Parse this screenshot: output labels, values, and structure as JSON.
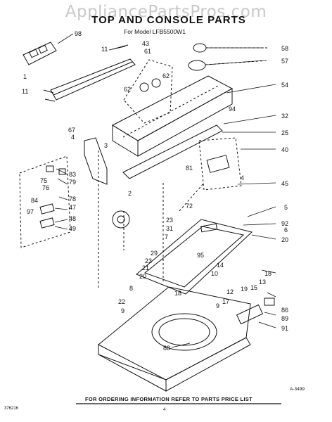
{
  "watermark": "AppliancePartsPros.com",
  "title": "TOP AND CONSOLE PARTS",
  "subtitle": "For Model LFB5500W1",
  "footer_note": "FOR ORDERING INFORMATION REFER TO PARTS PRICE LIST",
  "drawing_code": "A-3499",
  "left_code": "376216",
  "page_number": "4",
  "part_labels": {
    "p98": "98",
    "p11a": "11",
    "p43": "43",
    "p61": "61",
    "p58": "58",
    "p57": "57",
    "p1": "1",
    "p11b": "11",
    "p62a": "62",
    "p62b": "62",
    "p54": "54",
    "p94": "94",
    "p32": "32",
    "p67": "67",
    "p4a": "4",
    "p3": "3",
    "p25": "25",
    "p40": "40",
    "p83": "83",
    "p75": "75",
    "p79": "79",
    "p76": "76",
    "p81": "81",
    "p84": "84",
    "p78": "78",
    "p2": "2",
    "p4b": "4",
    "p45": "45",
    "p47": "47",
    "p97": "97",
    "p48": "48",
    "p49": "49",
    "p72": "72",
    "p23a": "23",
    "p5": "5",
    "p31": "31",
    "p92": "92",
    "p7": "7",
    "p6": "6",
    "p20a": "20",
    "p29": "29",
    "p23b": "23",
    "p95": "95",
    "p21": "21",
    "p14": "14",
    "p18a": "18",
    "p20b": "20",
    "p10": "10",
    "p13": "13",
    "p8": "8",
    "p15": "15",
    "p19": "19",
    "p12": "12",
    "p22": "22",
    "p18b": "18",
    "p17": "17",
    "p86": "86",
    "p9a": "9",
    "p9b": "9",
    "p89": "89",
    "p91": "91",
    "p88": "88"
  }
}
